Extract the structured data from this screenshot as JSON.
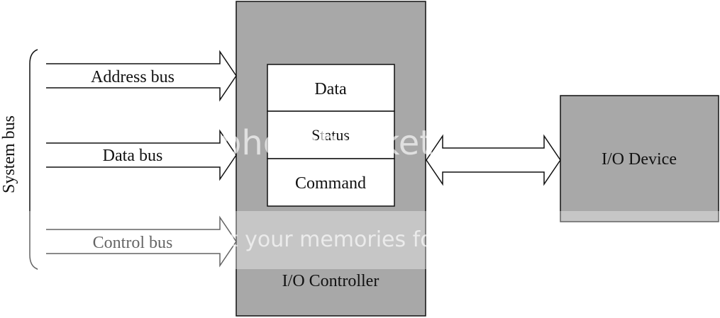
{
  "system_bus": {
    "label": "System bus",
    "buses": [
      {
        "label": "Address bus"
      },
      {
        "label": "Data bus"
      },
      {
        "label": "Control bus"
      }
    ]
  },
  "controller": {
    "label": "I/O Controller",
    "registers": [
      {
        "label": "Data"
      },
      {
        "label": "Status"
      },
      {
        "label": "Command"
      }
    ]
  },
  "device": {
    "label": "I/O Device"
  },
  "watermark": {
    "lines": [
      "photobucket",
      "Protect your memories for less"
    ]
  },
  "colors": {
    "controller_fill": "#a8a8a8",
    "device_fill": "#a8a8a8",
    "register_fill": "#ffffff",
    "stroke": "#111111"
  }
}
